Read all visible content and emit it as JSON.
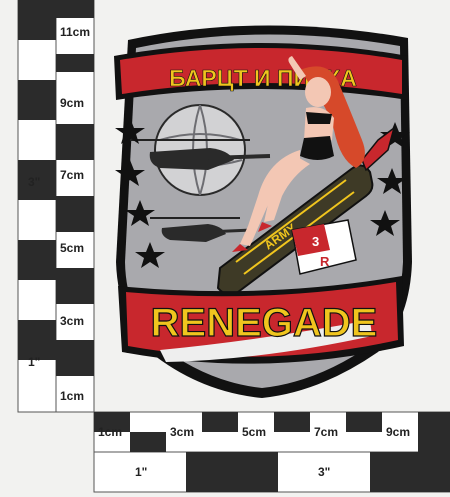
{
  "ruler": {
    "cm_labels_vertical": [
      "11cm",
      "9cm",
      "7cm",
      "5cm",
      "3cm",
      "1cm"
    ],
    "in_labels_vertical": [
      "3\"",
      "1\""
    ],
    "cm_labels_horizontal": [
      "1cm",
      "3cm",
      "5cm",
      "7cm",
      "9cm"
    ],
    "in_labels_horizontal": [
      "1\"",
      "3\""
    ]
  },
  "patch": {
    "banner_text": "БАРЦТ И ПИЧКА",
    "main_text": "RENEGADE",
    "bomb_text": "ARMY",
    "flag_number": "3",
    "flag_letter": "R",
    "colors": {
      "red": "#c8272d",
      "yellow": "#f0c51e",
      "gray": "#a9a9ad",
      "black": "#111111",
      "olive": "#3e3a26"
    }
  }
}
